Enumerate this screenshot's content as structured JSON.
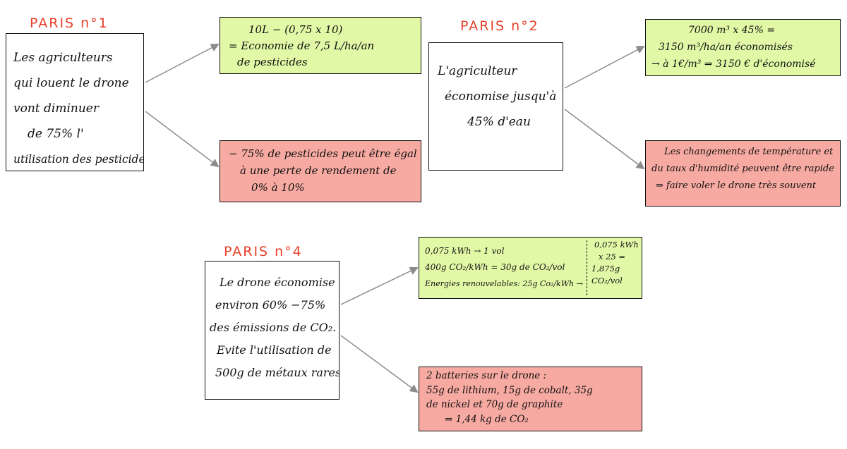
{
  "titles": {
    "p1": "PARIS n°1",
    "p2": "PARIS n°2",
    "p4": "PARIS n°4"
  },
  "paris1": {
    "statement": [
      "Les agriculteurs",
      "qui louent le drone",
      "vont diminuer",
      "de 75% l'",
      "utilisation des pesticides"
    ],
    "benefit": [
      "10L − (0,75 x 10)",
      "= Economie de 7,5 L/ha/an",
      "de pesticides"
    ],
    "risk": [
      "− 75% de pesticides peut être égal",
      "à une perte de rendement de",
      "0% à 10%"
    ]
  },
  "paris2": {
    "statement": [
      "L'agriculteur",
      "économise jusqu'à",
      "45% d'eau"
    ],
    "benefit": [
      "7000 m³ x 45% =",
      "3150 m³/ha/an économisés",
      "→ à 1€/m³  ⇒ 3150 € d'économisé"
    ],
    "risk": [
      "Les changements de température et",
      "du taux d'humidité peuvent être rapide",
      "⇒ faire voler le drone très souvent"
    ]
  },
  "paris4": {
    "statement": [
      "Le drone économise",
      "environ 60% −75%",
      "des émissions de CO₂.",
      "Evite l'utilisation de",
      "500g de métaux rares"
    ],
    "benefit_left": [
      "0,075 kWh → 1 vol",
      "400g CO₂/kWh = 30g de CO₂/vol",
      "Energies renouvelables: 25g Co₂/kWh →"
    ],
    "benefit_right": [
      "0,075 kWh",
      "x 25 =",
      "1,875g",
      "CO₂/vol"
    ],
    "risk": [
      "2 batteries sur le drone :",
      "55g de lithium, 15g de cobalt, 35g",
      "de nickel et 70g de graphite",
      "⇒ 1,44 kg de CO₂"
    ]
  },
  "colors": {
    "title": "#e8402a",
    "benefit": "#e1f9a6",
    "risk": "#f7aaa2",
    "arrow": "#8c8c8c"
  }
}
